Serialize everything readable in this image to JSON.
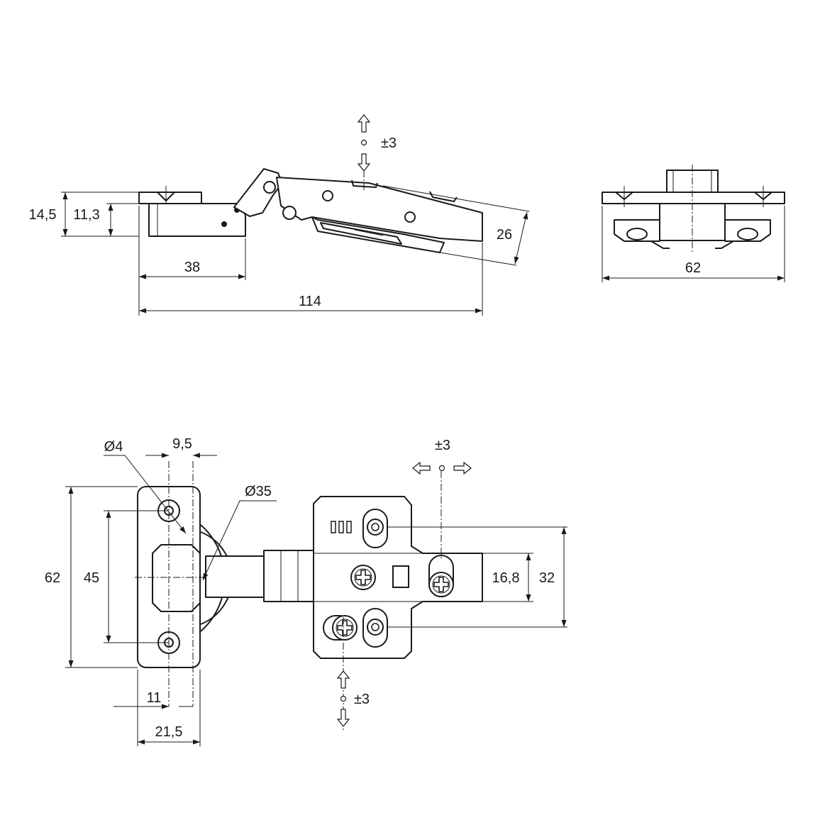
{
  "drawing": {
    "side_view": {
      "dims": {
        "height_total": "14,5",
        "height_cup": "11,3",
        "cup_depth": "38",
        "total_length": "114",
        "arm_height": "26",
        "height_adjust": "±3"
      }
    },
    "end_view": {
      "dims": {
        "width": "62"
      }
    },
    "plan_view": {
      "dims": {
        "hole_diameter": "Ø4",
        "hole_offset": "9,5",
        "cup_diameter": "Ø35",
        "plate_height": "62",
        "hole_spacing": "45",
        "edge_distance": "11",
        "plate_width": "21,5",
        "side_adjust": "±3",
        "depth_adjust": "±3",
        "arm_width": "16,8",
        "mount_spacing": "32"
      }
    }
  }
}
